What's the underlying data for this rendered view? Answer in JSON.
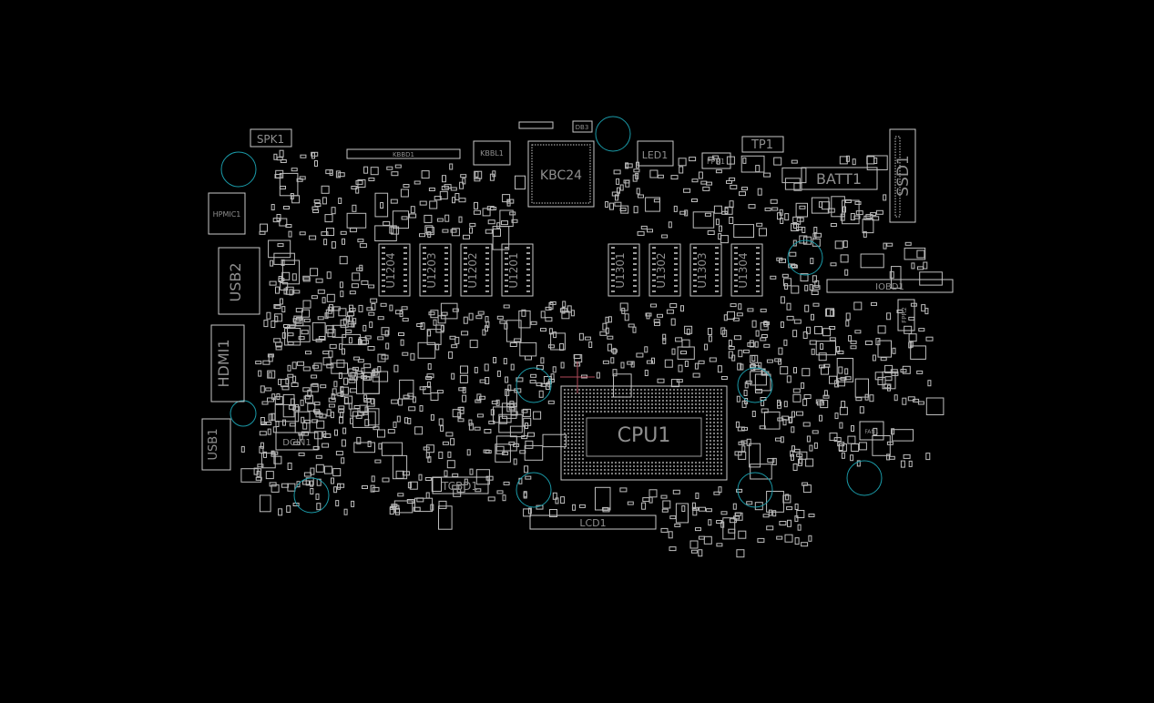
{
  "colors": {
    "background": "#000000",
    "outline": "#c8c8c8",
    "label": "#8f8f8f",
    "mounting_hole": "#1a9aa8",
    "cursor": "#b24a5a"
  },
  "components": {
    "spk1": "SPK1",
    "kbbd1": "KBBD1",
    "kbbl1": "KBBL1",
    "db3": "DB3",
    "kbc24": "KBC24",
    "led1": "LED1",
    "fpr1": "FPR1",
    "tp1": "TP1",
    "batt1": "BATT1",
    "ssd1": "SSD1",
    "hpmic1": "HPMIC1",
    "usb2": "USB2",
    "hdmi1": "HDMI1",
    "usb1": "USB1",
    "dcin1": "DCIN1",
    "tcbd1": "TCBD1",
    "lcd1": "LCD1",
    "iobd1": "IOBD1",
    "fpr2": "FPR2",
    "fan1": "FAN1",
    "cpu1": "CPU1",
    "u1204": "U1204",
    "u1203": "U1203",
    "u1202": "U1202",
    "u1201": "U1201",
    "u1301": "U1301",
    "u1302": "U1302",
    "u1303": "U1303",
    "u1304": "U1304"
  }
}
